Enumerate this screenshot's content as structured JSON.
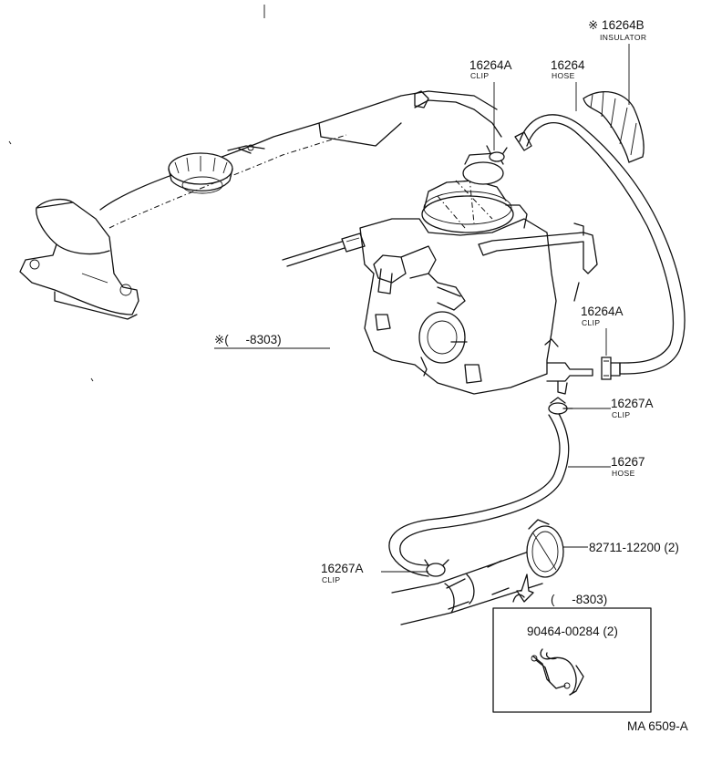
{
  "labels": {
    "insulator_part": "※ 16264B",
    "insulator_name": "INSULATOR",
    "clip_top_part": "16264A",
    "clip_top_name": "CLIP",
    "hose_top_part": "16264",
    "hose_top_name": "HOSE",
    "clip_right_part": "16264A",
    "clip_right_name": "CLIP",
    "clip_mid_part": "16267A",
    "clip_mid_name": "CLIP",
    "hose_mid_part": "16267",
    "hose_mid_name": "HOSE",
    "band_part": "82711-12200 (2)",
    "clip_low_part": "16267A",
    "clip_low_name": "CLIP",
    "range_note": "※(     -8303)",
    "inset_range": "(     -8303)",
    "inset_part": "90464-00284 (2)",
    "figure_code": "MA 6509-A"
  }
}
